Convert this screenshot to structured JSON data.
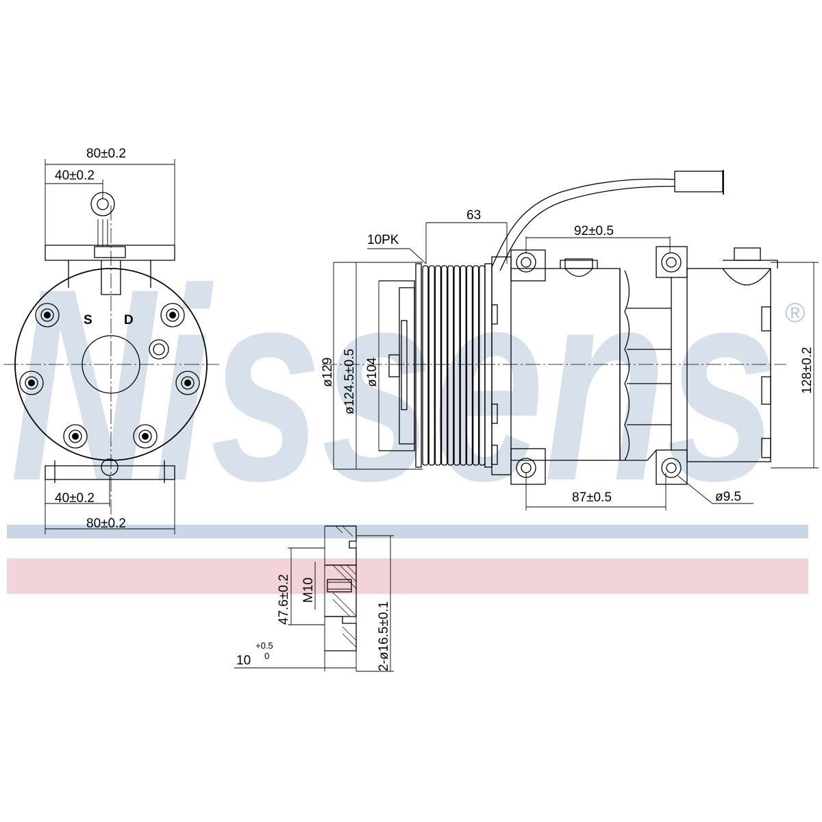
{
  "watermark": {
    "brand": "Nissens",
    "registered": "®",
    "blue_band_color": "#c8d6e6",
    "pink_band_color": "#f2d3da",
    "logo_color": "#b9c9dc"
  },
  "front_view": {
    "top_width": "80±0.2",
    "top_half": "40±0.2",
    "bottom_half": "40±0.2",
    "bottom_width": "80±0.2",
    "port_suction": "S",
    "port_discharge": "D"
  },
  "side_view": {
    "pulley_width": "63",
    "belt_type": "10PK",
    "upper_hole_spacing": "92±0.5",
    "lower_hole_spacing": "87±0.5",
    "hole_diameter": "ø9.5",
    "pulley_outer_diameter": "ø129",
    "pulley_pitch_diameter": "ø124.5±0.5",
    "clutch_diameter": "ø104",
    "height": "128±0.2"
  },
  "port_detail": {
    "port_height": "47.6±0.2",
    "thread": "M10",
    "port_diameter": "2-ø16.5±0.1",
    "depth_nominal": "10",
    "depth_tol_upper": "+0.5",
    "depth_tol_lower": "0"
  }
}
